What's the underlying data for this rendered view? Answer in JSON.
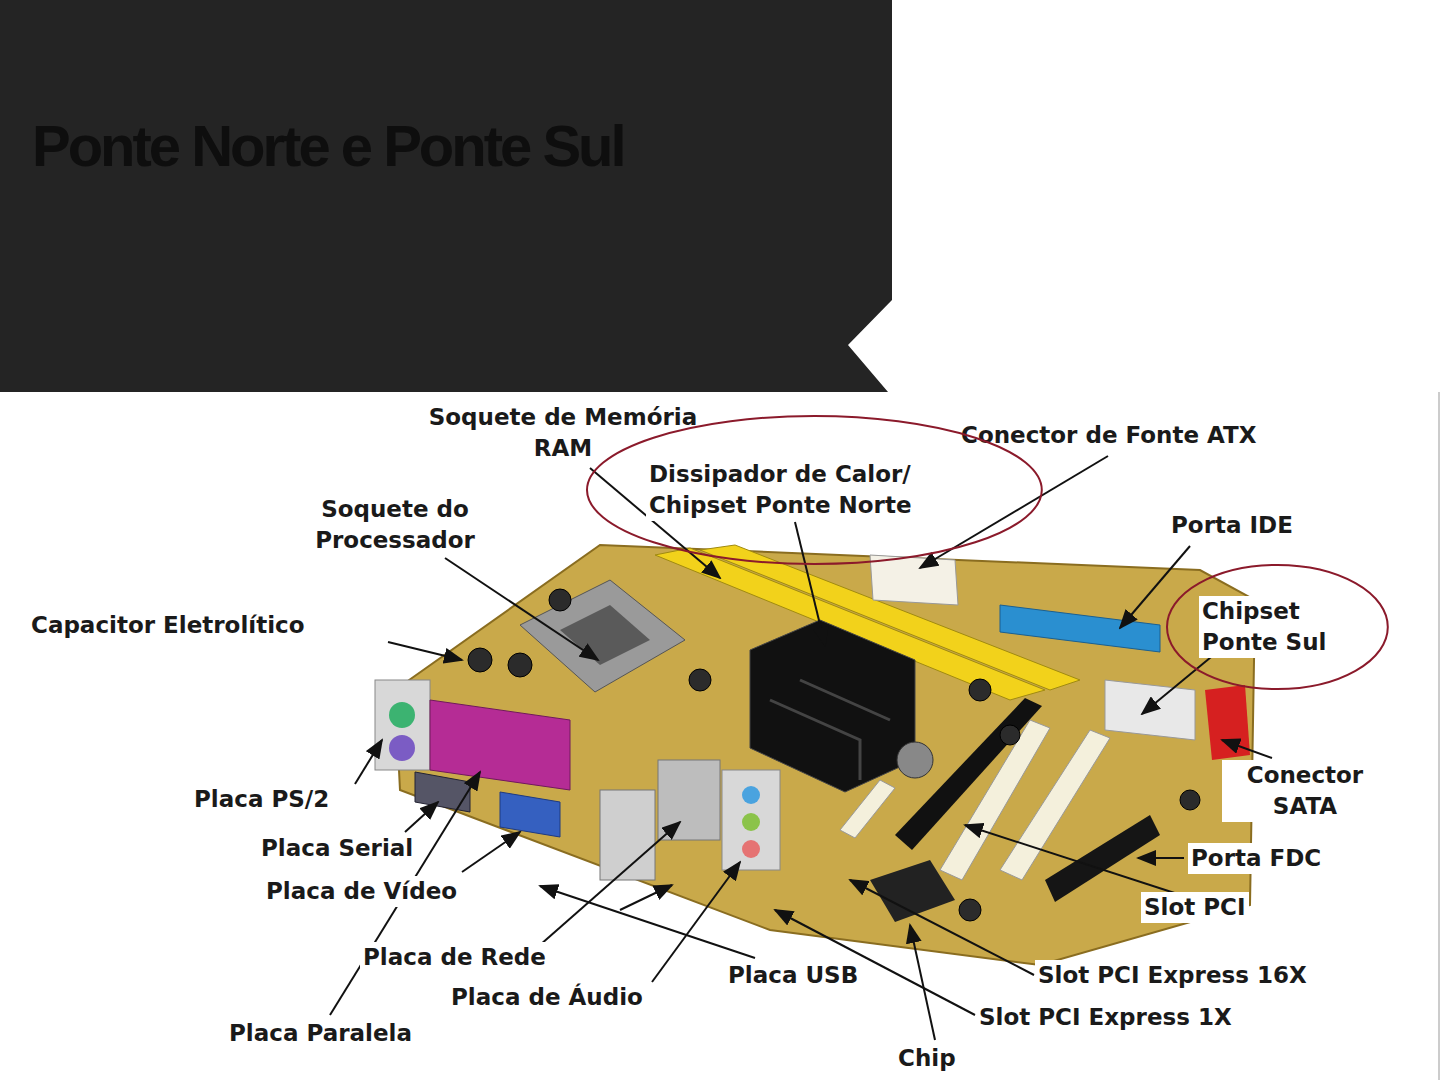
{
  "diagram": {
    "title": "Ponte Norte e Ponte Sul",
    "nodes": [
      {
        "text": [
          "Dissipador de Calor/ Chipset Ponte Norte"
        ]
      },
      {
        "text": [
          "Chipset Ponte Sul"
        ]
      }
    ],
    "labels": [
      "Soquete de Memória RAM",
      "Conector de Fonte ATX",
      "Soquete do Processador",
      "Porta IDE",
      "Capacitor Eletrolítico",
      "Conector SATA",
      "Placa PS/2",
      "Placa Serial",
      "Porta FDC",
      "Placa de Vídeo",
      "Slot PCI",
      "Placa de Rede",
      "Placa USB",
      "Slot PCI Express 16X",
      "Placa de Áudio",
      "Slot PCI Express 1X",
      "Placa Paralela",
      "Chip"
    ]
  }
}
